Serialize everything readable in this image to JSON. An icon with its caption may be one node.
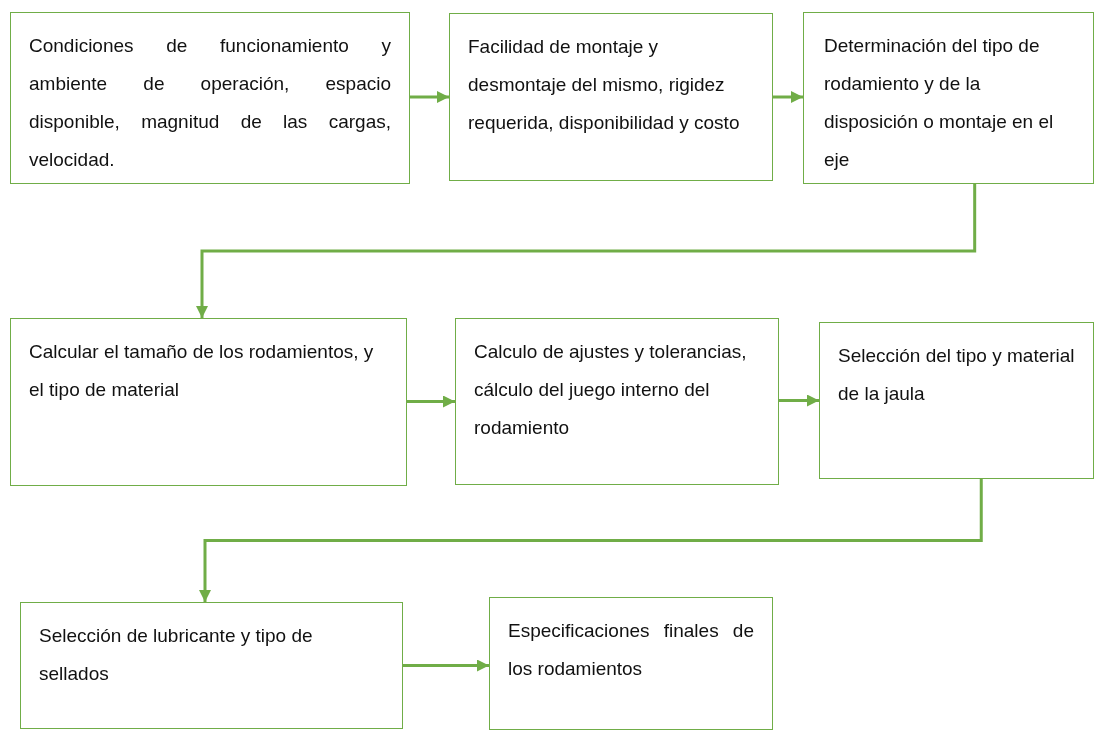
{
  "diagram": {
    "nodes": [
      {
        "text": [
          "Condiciones de funcionamiento y ambiente de operación, espacio disponible, magnitud de las cargas, velocidad."
        ]
      },
      {
        "text": [
          "Facilidad de montaje y desmontaje del mismo, rigidez requerida, disponibilidad y costo"
        ]
      },
      {
        "text": [
          "Determinación del tipo de rodamiento y de la disposición o montaje en el eje"
        ]
      },
      {
        "text": [
          "Calcular el tamaño de los rodamientos, y el tipo de material"
        ]
      },
      {
        "text": [
          "Calculo de ajustes y tolerancias, cálculo del juego interno del rodamiento"
        ]
      },
      {
        "text": [
          "Selección del tipo y material de la jaula"
        ]
      },
      {
        "text": [
          "Selección de lubricante y tipo de sellados"
        ]
      },
      {
        "text": [
          "Especificaciones finales de los rodamientos"
        ]
      }
    ],
    "edges": [
      {
        "from": 0,
        "to": 1,
        "arrow": "to"
      },
      {
        "from": 1,
        "to": 2,
        "arrow": "to"
      },
      {
        "from": 2,
        "to": 3,
        "arrow": "to"
      },
      {
        "from": 3,
        "to": 4,
        "arrow": "to"
      },
      {
        "from": 4,
        "to": 5,
        "arrow": "to"
      },
      {
        "from": 5,
        "to": 6,
        "arrow": "to"
      },
      {
        "from": 6,
        "to": 7,
        "arrow": "to"
      }
    ]
  }
}
